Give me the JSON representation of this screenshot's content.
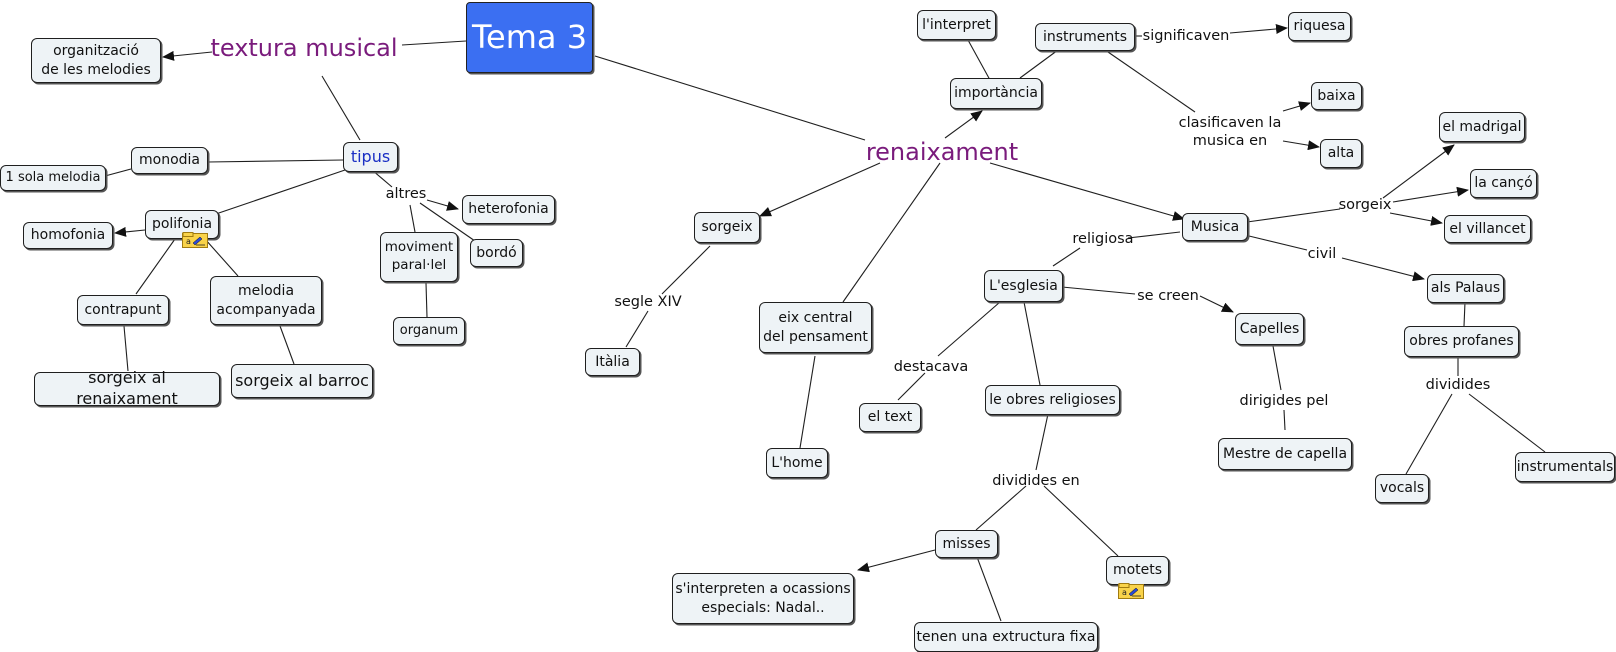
{
  "colors": {
    "root_bg": "#3b6ff2",
    "node_bg": "#eef3f6",
    "topic_text": "#7a1b7c",
    "tipus_text": "#1a2fc4",
    "line": "#1f1f1f"
  },
  "nodes": {
    "root": "Tema 3",
    "textura_musical": "textura musical",
    "organitzacio": "organització\nde les melodies",
    "tipus": "tipus",
    "monodia": "monodia",
    "una_sola_melodia": "1 sola melodia",
    "polifonia": "polifonia",
    "homofonia": "homofonia",
    "contrapunt": "contrapunt",
    "melodia_acompanyada": "melodia\nacompanyada",
    "sorgeix_renaixament": "sorgeix al renaixament",
    "sorgeix_barroc": "sorgeix al barroc",
    "heterofonia": "heterofonia",
    "bordo": "bordó",
    "moviment_parallel": "moviment\nparal·lel",
    "organum": "organum",
    "renaixament": "renaixament",
    "importancia": "importància",
    "interpret": "l'interpret",
    "instruments": "instruments",
    "riquesa": "riquesa",
    "baixa": "baixa",
    "alta": "alta",
    "sorgeix_node": "sorgeix",
    "italia": "Itàlia",
    "eix_central": "eix central\ndel pensament",
    "lhome": "L'home",
    "musica": "Musica",
    "el_madrigal": "el madrigal",
    "la_canco": "la cançó",
    "el_villancet": "el villancet",
    "als_palaus": "als Palaus",
    "obres_profanes": "obres profanes",
    "vocals": "vocals",
    "instrumentals": "instrumentals",
    "lesglesia": "L'esglesia",
    "capelles": "Capelles",
    "mestre_capella": "Mestre de capella",
    "el_text": "el text",
    "obres_religioses": "le obres religioses",
    "misses": "misses",
    "motets": "motets",
    "sinterpreten": "s'interpreten a ocassions\nespecials: Nadal..",
    "estructura_fixa": "tenen una extructura fixa"
  },
  "links": {
    "altres": "altres",
    "significaven": "significaven",
    "clasificaven": "clasificaven la\nmusica en",
    "segle_xiv": "segle XIV",
    "sorgeix": "sorgeix",
    "religiosa": "religiosa",
    "civil": "civil",
    "dividides": "dividides",
    "se_creen": "se creen",
    "dirigides_pel": "dirigides pel",
    "destacava": "destacava",
    "dividides_en": "dividides en"
  },
  "icons": {
    "note_polifonia": "note-attachment-icon",
    "note_motets": "note-attachment-icon"
  }
}
